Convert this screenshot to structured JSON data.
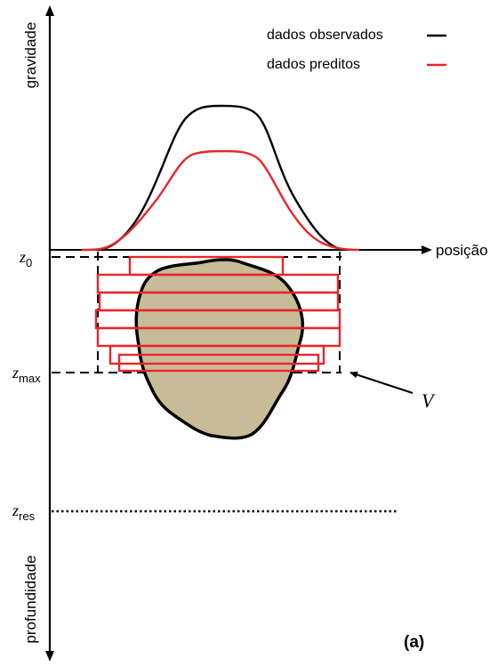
{
  "axes": {
    "vertical_top_label": "gravidade",
    "vertical_bottom_label": "profundidade",
    "horizontal_label": "posição"
  },
  "legend": {
    "observed_label": "dados observados",
    "observed_color": "#000000",
    "predicted_label": "dados preditos",
    "predicted_color": "#e8262b"
  },
  "depth_labels": {
    "z0_main": "z",
    "z0_sub": "0",
    "zmax_main": "z",
    "zmax_sub": "max",
    "zres_main": "z",
    "zres_sub": "res"
  },
  "volume_label": "V",
  "panel_label": "(a)",
  "colors": {
    "body_fill": "#c8bc98",
    "prism_stroke": "#e8262b"
  }
}
